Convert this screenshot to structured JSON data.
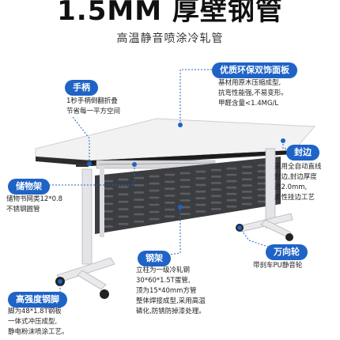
{
  "header": {
    "title": "1.5MM 厚壁钢管",
    "subtitle": "高温静音喷涂冷轧管"
  },
  "features": {
    "handle": {
      "label": "手柄",
      "lines": [
        "1秒手柄倒翻折叠",
        "节省每一平方空间"
      ]
    },
    "panel": {
      "label": "优质环保双饰面板",
      "lines": [
        "基材用原木压缩成型,",
        "抗弯性能强,不易变形。",
        "甲醛含量<1.4MG/L"
      ]
    },
    "edge": {
      "label": "封边",
      "lines": [
        "采用全自动直线",
        "封边,封边厚度",
        "达2.0mm,",
        "柔性挂边工艺"
      ]
    },
    "storage": {
      "label": "储物架",
      "lines": [
        "储物书网类12*0.8",
        "不锈钢圆管"
      ]
    },
    "steel": {
      "label": "钢架",
      "lines": [
        "立柱为一级冷轧钢",
        "30*60*1.5T蛋管,",
        "顶为15*40mm方管",
        "整体焊接成型,采用高温",
        "磷化,防锈防掉漆处理。"
      ]
    },
    "caster": {
      "label": "万向轮",
      "lines": [
        "带刹车PU静音轮"
      ]
    },
    "feet": {
      "label": "高强度钢脚",
      "lines": [
        "脚为48*1.8T钢板",
        "一体式冲压成型,",
        "静电粉沫喷涂工艺。"
      ]
    }
  },
  "colors": {
    "accent": "#1f63c6",
    "frame": "#e8e8ea",
    "panel": "#3f4042",
    "tabletop": "#f4f4f4"
  }
}
